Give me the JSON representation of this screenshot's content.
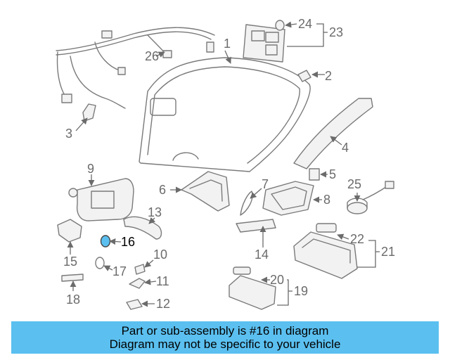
{
  "banner": {
    "line1": "Part or sub-assembly is #16 in diagram",
    "line2": "Diagram may not be specific to your vehicle"
  },
  "highlight_color": "#5bc0f0",
  "highlighted_part": "16",
  "callouts": {
    "c1": "1",
    "c2": "2",
    "c3": "3",
    "c4": "4",
    "c5": "5",
    "c6": "6",
    "c7": "7",
    "c8": "8",
    "c9": "9",
    "c10": "10",
    "c11": "11",
    "c12": "12",
    "c13": "13",
    "c14": "14",
    "c15": "15",
    "c16": "16",
    "c17": "17",
    "c18": "18",
    "c19": "19",
    "c20": "20",
    "c21": "21",
    "c22": "22",
    "c23": "23",
    "c24": "24",
    "c25": "25",
    "c26": "26"
  }
}
